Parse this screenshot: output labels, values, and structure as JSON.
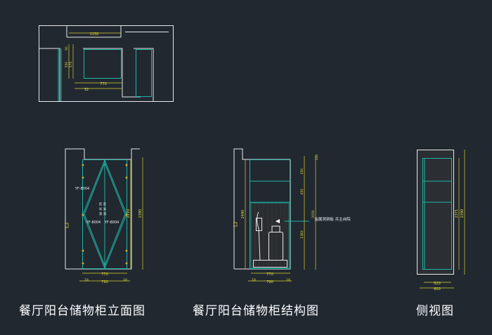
{
  "captions": {
    "elevation": "餐厅阳台储物柜立面图",
    "structure": "餐厅阳台储物柜结构图",
    "side": "侧视图"
  },
  "plan": {
    "dim_top": "1150",
    "dim_mid": "770",
    "dim_bottom": "32",
    "dim_left_a": "50",
    "dim_left_b": "550",
    "dim_left_c": "575"
  },
  "elevation": {
    "label_top": "YF-8004",
    "label_mid_left": "YF-8004",
    "label_mid_right": "YF-8004",
    "center_note_1": "反 反",
    "center_note_2": "光 光",
    "center_note_3": "漆 漆",
    "dim_inner_width": "770",
    "dim_outer_width": "790",
    "dim_left": "18",
    "dim_right": "18",
    "dim_height_inner": "2210",
    "dim_height_outer": "2390"
  },
  "structure": {
    "annotation": "金属洞洞板 兵主自院",
    "dim_inner_width": "770",
    "dim_outer_width": "790",
    "dim_left": "18",
    "dim_right": "18",
    "dim_height_total": "2490",
    "dim_v1": "450",
    "dim_v2": "450",
    "dim_v3": "2050",
    "dim_v4": "1383",
    "dim_top": "130"
  },
  "side": {
    "dim_inner": "520",
    "dim_outer": "600",
    "dim_height_inner": "2371",
    "dim_height_outer": "2390"
  }
}
